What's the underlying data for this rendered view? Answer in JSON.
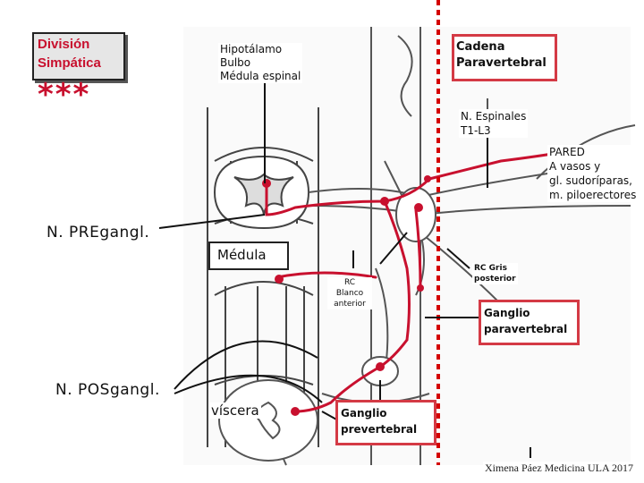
{
  "title_box": {
    "line1": "División",
    "line2": "Simpática"
  },
  "stars": "***",
  "labels": {
    "hipotalamo": "Hipotálamo\nBulbo\nMédula espinal",
    "cadena": "Cadena\nParavertebral",
    "n_espinales": "N. Espinales\nT1-L3",
    "pared": "PARED\nA vasos y\ngl. sudoríparas,\nm. piloerectores",
    "npre": "N. PREgangl.",
    "medula": "Médula",
    "rc_blanco": "RC\nBlanco\nanterior",
    "rc_gris": "RC Gris\nposterior",
    "ganglio_para": "Ganglio\nparavertebral",
    "npos": "N. POSgangl.",
    "viscera": "víscera",
    "ganglio_pre": "Ganglio\nprevertebral",
    "credit": "Ximena Páez Medicina ULA 2017"
  },
  "colors": {
    "red": "#c8102e",
    "box_red": "#d43a45",
    "title_bg": "#e6e6e6",
    "dotted": "#d40000"
  }
}
